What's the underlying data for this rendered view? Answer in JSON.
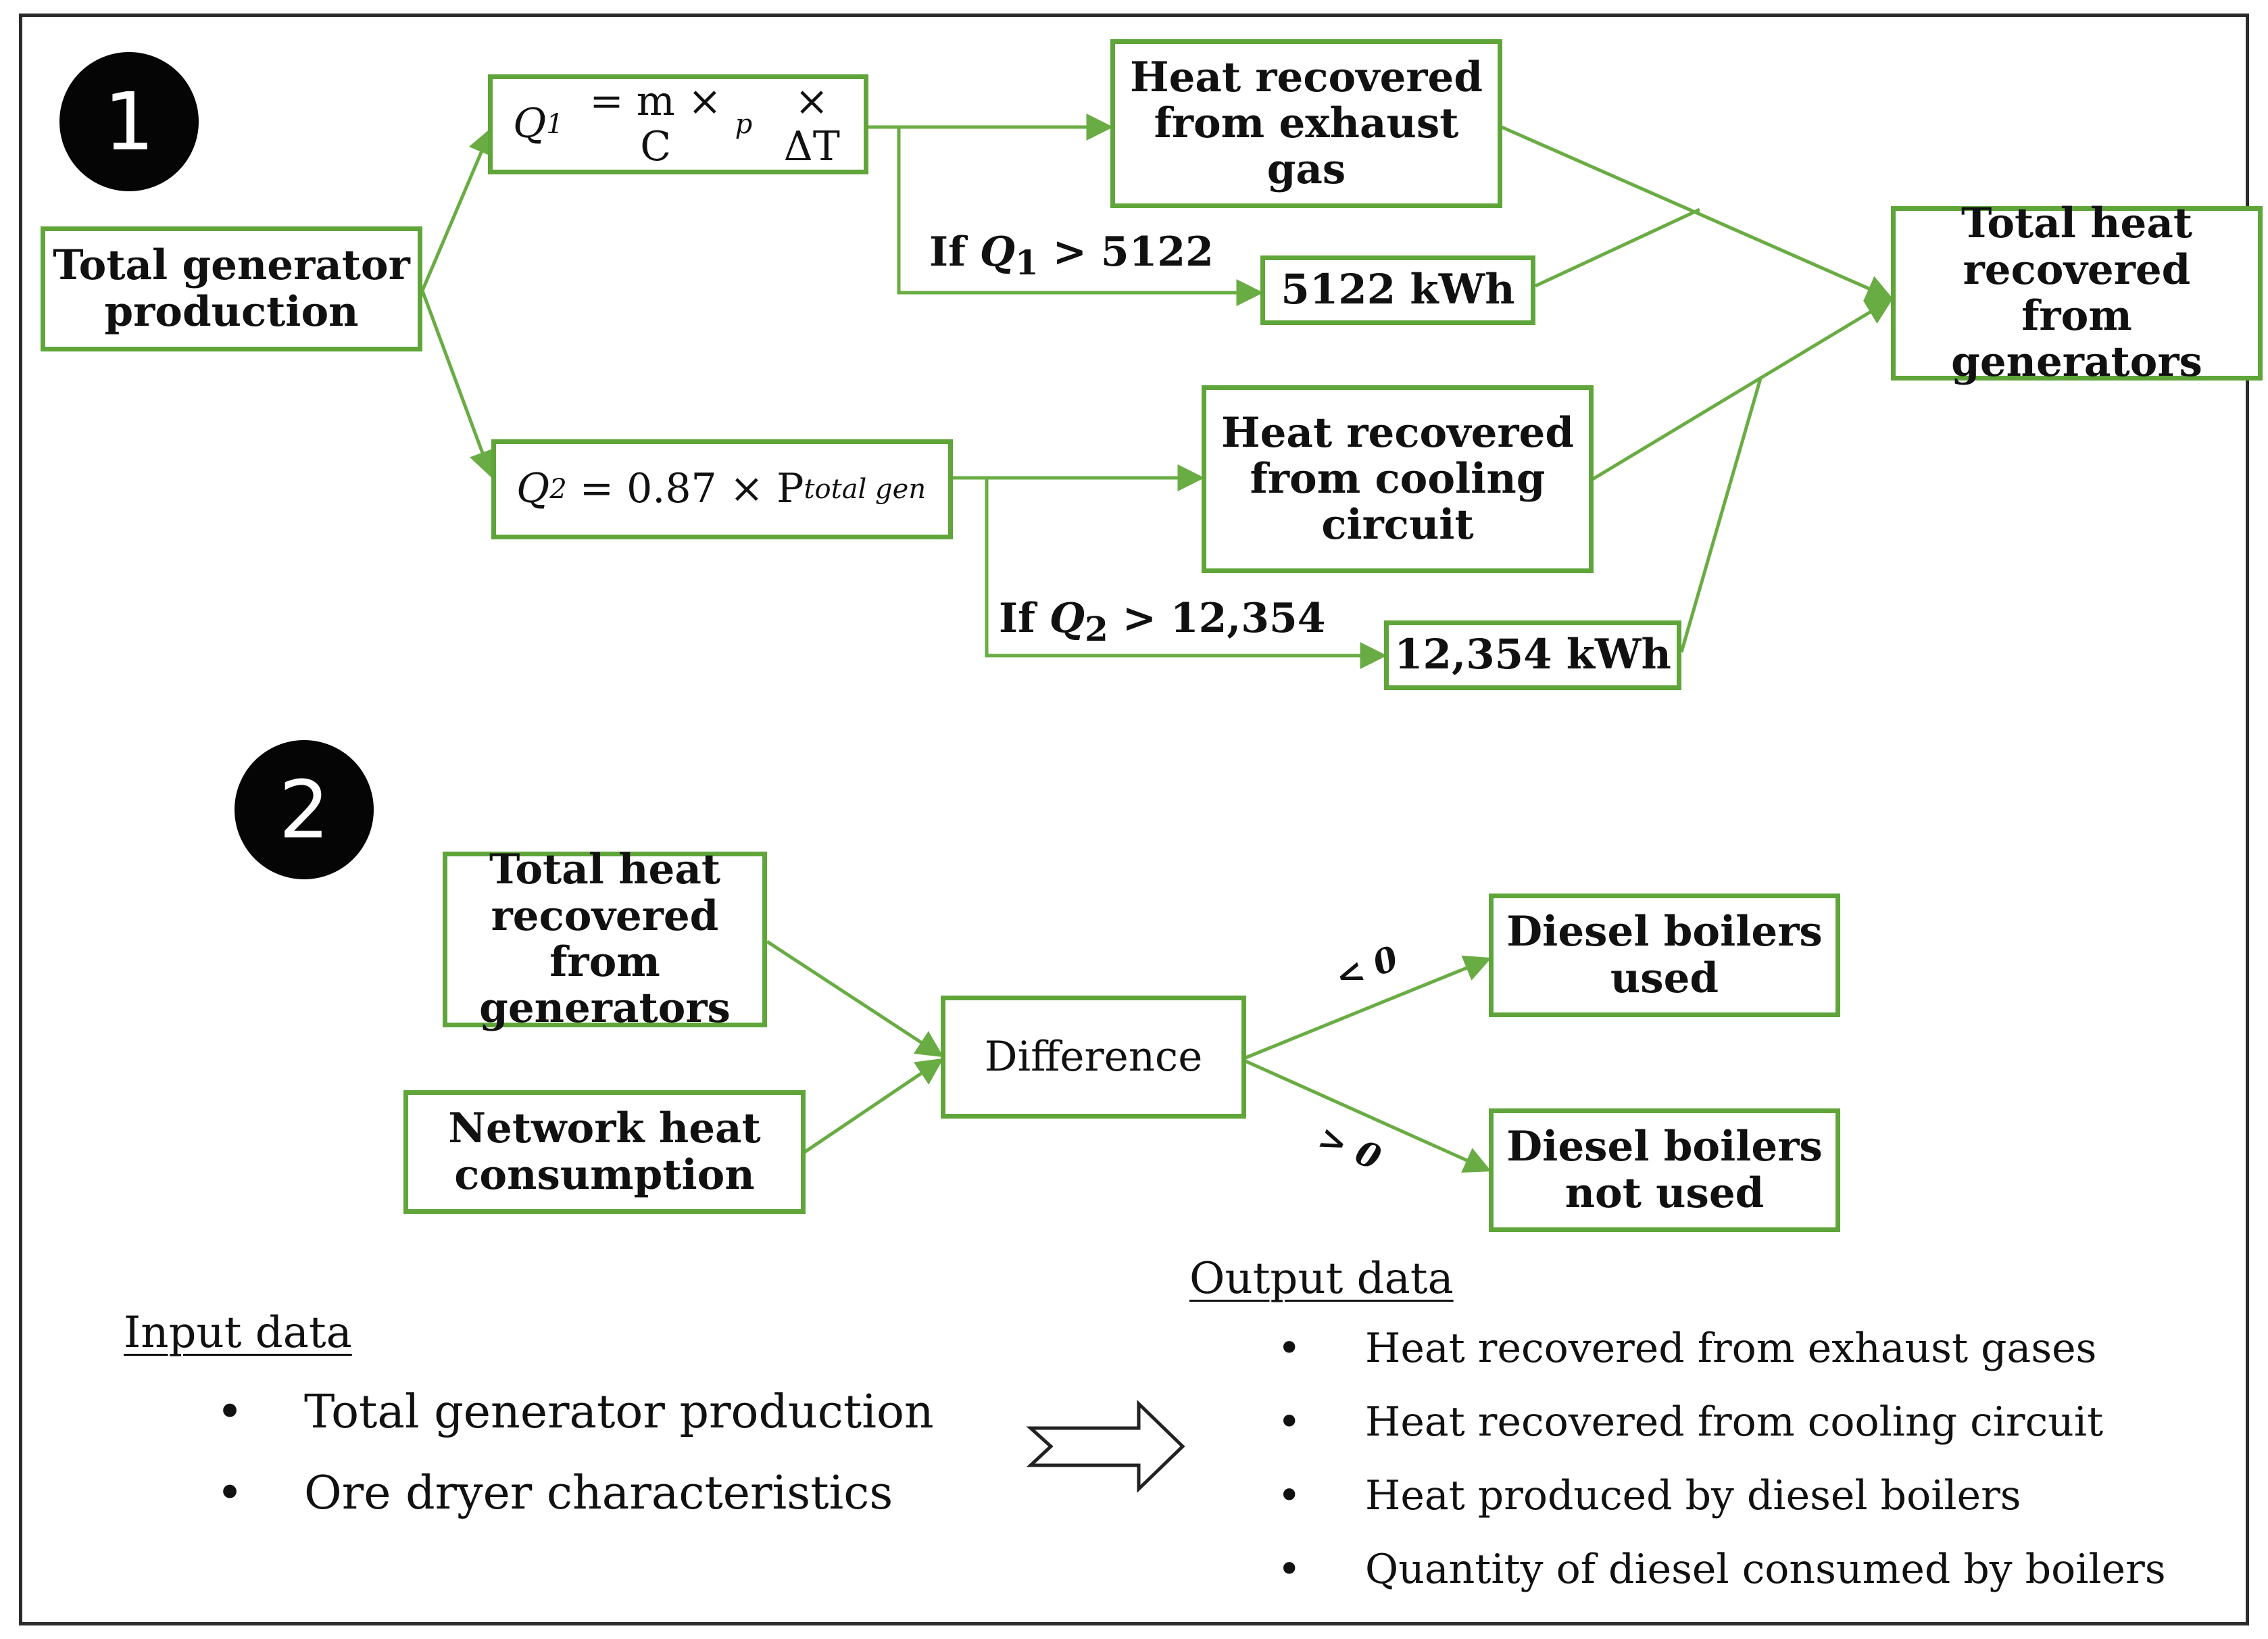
{
  "section1": {
    "badge": "1",
    "total_generator_production": "Total generator production",
    "q1_formula": {
      "lhs": "Q",
      "sub": "1",
      "rhs1": "= m × C",
      "rhs_sub": "p",
      "rhs2": "× ΔT"
    },
    "q2_formula": {
      "lhs": "Q",
      "sub": "2",
      "rhs1": "= 0.87 × P",
      "rhs_sub": "total gen"
    },
    "heat_exhaust": "Heat recovered from exhaust gas",
    "cap_exhaust": "5122 kWh",
    "heat_cooling": "Heat recovered from cooling circuit",
    "cap_cooling": "12,354 kWh",
    "total_heat_recovered": "Total heat recovered from generators",
    "cond1": {
      "if": "If",
      "var": "Q",
      "sub": "1",
      "op": ">",
      "value": "5122"
    },
    "cond2": {
      "if": "If",
      "var": "Q",
      "sub": "2",
      "op": ">",
      "value": "12,354"
    }
  },
  "section2": {
    "badge": "2",
    "total_heat_recovered": "Total heat recovered from generators",
    "network_heat": "Network heat consumption",
    "difference": "Difference",
    "less_than": "< 0",
    "greater_than": "> 0",
    "boilers_used": "Diesel boilers used",
    "boilers_not_used": "Diesel boilers not used"
  },
  "input_data": {
    "title": "Input data",
    "items": [
      "Total generator production",
      "Ore dryer characteristics"
    ]
  },
  "output_data": {
    "title": "Output data",
    "items": [
      "Heat recovered from exhaust gases",
      "Heat recovered from cooling circuit",
      "Heat produced by diesel boilers",
      "Quantity of diesel consumed by boilers"
    ]
  },
  "colors": {
    "edge": "#6aac44",
    "box_border": "#5fa53a",
    "badge": "#050505"
  }
}
